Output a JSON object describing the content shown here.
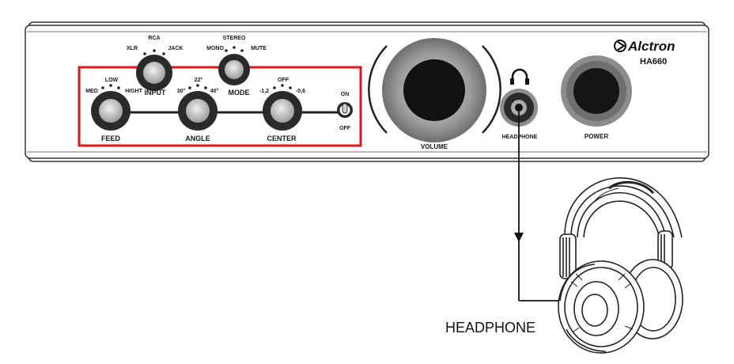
{
  "device": {
    "brand": "Alctron",
    "model": "HA660"
  },
  "knobs": {
    "input": {
      "label": "INPUT",
      "options": [
        "XLR",
        "RCA",
        "JACK"
      ]
    },
    "mode": {
      "label": "MODE",
      "options": [
        "MONO",
        "STEREO",
        "MUTE"
      ]
    },
    "feed": {
      "label": "FEED",
      "options": [
        "MED",
        "LOW",
        "HIGHT"
      ]
    },
    "angle": {
      "label": "ANGLE",
      "options": [
        "30°",
        "22°",
        "40°"
      ]
    },
    "center": {
      "label": "CENTER",
      "options": [
        "-1,2",
        "OFF",
        "-0,6"
      ]
    }
  },
  "switch": {
    "on_label": "ON",
    "off_label": "OFF"
  },
  "volume": {
    "label": "VOLUME"
  },
  "headphone_jack": {
    "label": "HEADPHONE"
  },
  "power": {
    "label": "POWER"
  },
  "headphones": {
    "caption": "HEADPHONE"
  },
  "colors": {
    "highlight_box": "#e0161b",
    "knob_dark": "#2a2a2a",
    "knob_light": "#c4c4c4",
    "panel_stroke": "#333333"
  },
  "icons": [
    "headphone-icon",
    "alctron-logo-icon",
    "arrow-down-icon"
  ]
}
